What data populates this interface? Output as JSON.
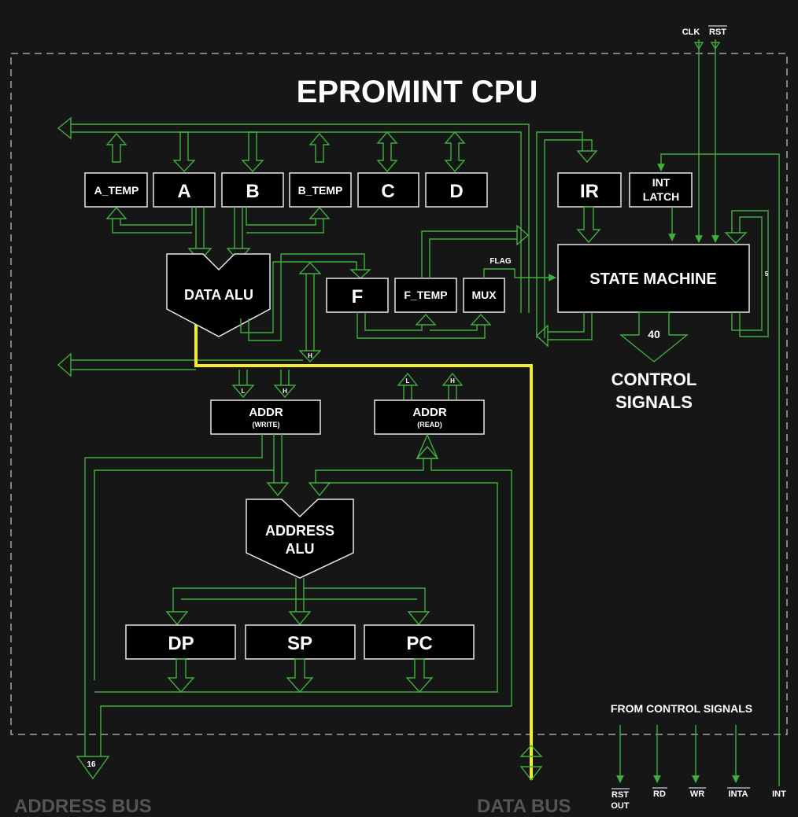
{
  "title": "EPROMINT CPU",
  "registers": {
    "a_temp": "A_TEMP",
    "a": "A",
    "b": "B",
    "b_temp": "B_TEMP",
    "c": "C",
    "d": "D",
    "ir": "IR",
    "int_latch_1": "INT",
    "int_latch_2": "LATCH",
    "f": "F",
    "f_temp": "F_TEMP",
    "mux": "MUX",
    "dp": "DP",
    "sp": "SP",
    "pc": "PC"
  },
  "alu": {
    "data": "DATA ALU",
    "address_1": "ADDRESS",
    "address_2": "ALU"
  },
  "state_machine": "STATE MACHINE",
  "addr_write": {
    "label": "ADDR",
    "sub": "(WRITE)"
  },
  "addr_read": {
    "label": "ADDR",
    "sub": "(READ)"
  },
  "labels": {
    "flag": "FLAG",
    "five": "5",
    "forty": "40",
    "control_1": "CONTROL",
    "control_2": "SIGNALS",
    "from_control": "FROM CONTROL SIGNALS",
    "clk": "CLK",
    "rst": "RST",
    "low": "L",
    "high": "H",
    "sixteen": "16",
    "address_bus": "ADDRESS BUS",
    "data_bus": "DATA BUS"
  },
  "outputs": {
    "rst_out_1": "RST",
    "rst_out_2": "OUT",
    "rd": "RD",
    "wr": "WR",
    "inta": "INTA",
    "int": "INT"
  },
  "colors": {
    "background": "#161616",
    "wire": "#3fae3f",
    "highlight": "#f2ee2a",
    "box_border": "#e8e8e8"
  }
}
